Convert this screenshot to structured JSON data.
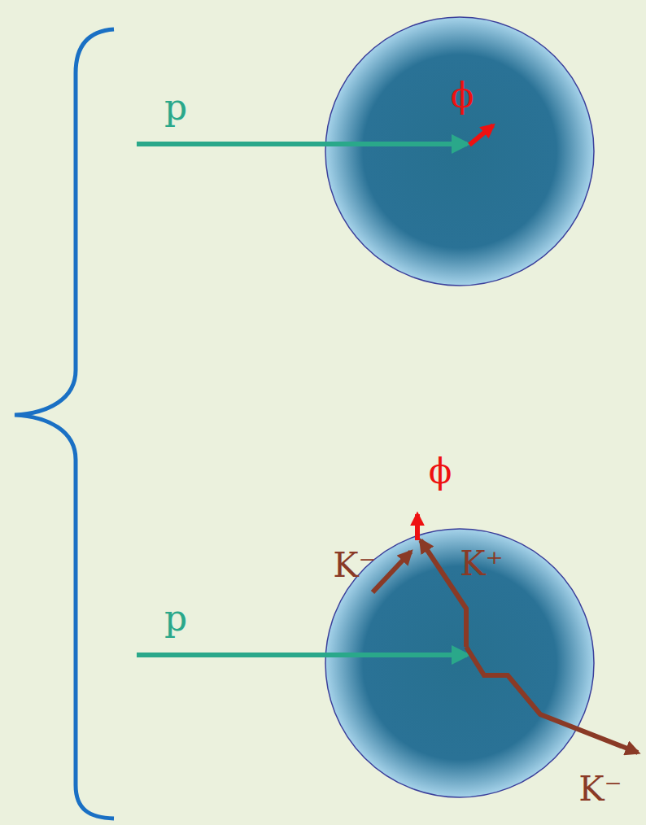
{
  "diagram": {
    "labels": [
      "p",
      "ϕ",
      "p",
      "ϕ",
      "K⁻",
      "K⁺",
      "K⁻"
    ]
  }
}
